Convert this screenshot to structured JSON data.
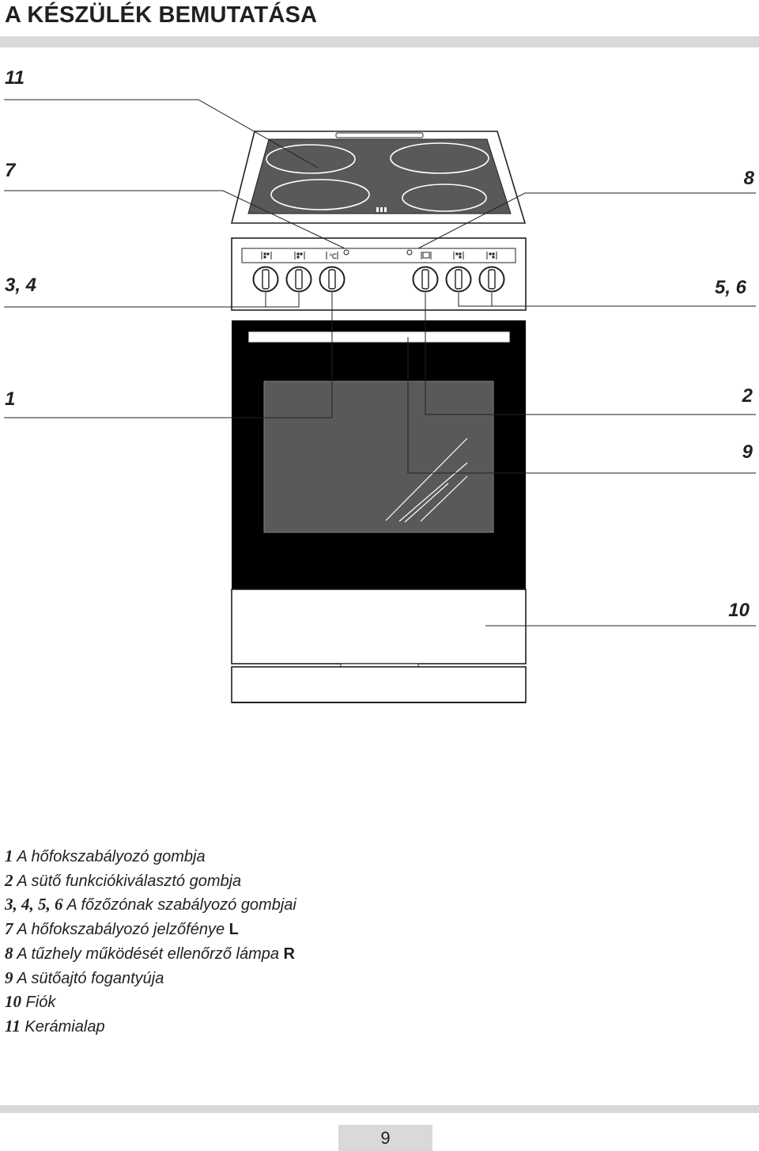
{
  "title": "A KÉSZÜLÉK BEMUTATÁSA",
  "callouts": {
    "c11": "11",
    "c7": "7",
    "c8": "8",
    "c34": "3, 4",
    "c56": "5, 6",
    "c1": "1",
    "c2": "2",
    "c9": "9",
    "c10": "10"
  },
  "panel_symbols": {
    "temp": "℃"
  },
  "legend": [
    {
      "num": "1",
      "text": " A hőfokszabályozó gombja",
      "tag": ""
    },
    {
      "num": "2",
      "text": " A sütő funkciókiválasztó gombja",
      "tag": ""
    },
    {
      "num": "3, 4, 5, 6",
      "text": " A főzőzónak szabályozó gombjai",
      "tag": ""
    },
    {
      "num": "7",
      "text": " A hőfokszabályozó jelzőfénye ",
      "tag": "L"
    },
    {
      "num": "8",
      "text": " A tűzhely működését ellenőrző lámpa ",
      "tag": "R"
    },
    {
      "num": "9",
      "text": " A sütőajtó fogantyúja",
      "tag": ""
    },
    {
      "num": "10",
      "text": " Fiók",
      "tag": ""
    },
    {
      "num": "11",
      "text": " Kerámialap",
      "tag": ""
    }
  ],
  "page_number": "9"
}
